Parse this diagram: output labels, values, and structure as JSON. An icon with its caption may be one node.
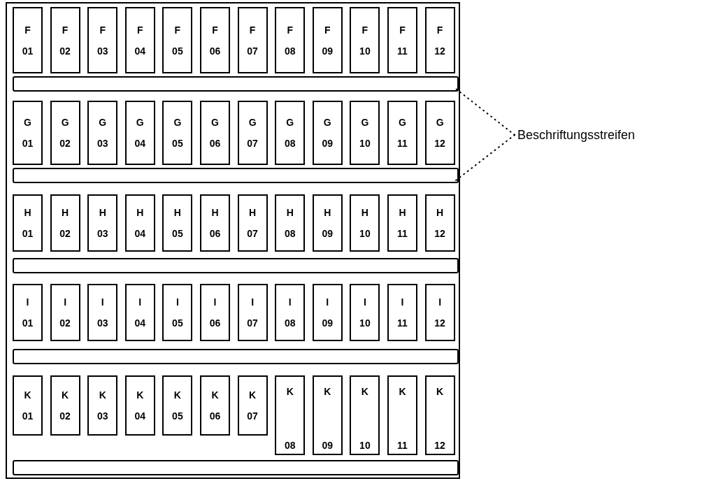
{
  "diagram": {
    "nodes": [
      {
        "text": [],
        "shape": "box"
      },
      {
        "text": [
          "F",
          "01"
        ],
        "in": 0
      },
      {
        "text": [
          "F",
          "02"
        ],
        "in": 0
      },
      {
        "text": [
          "F",
          "03"
        ],
        "in": 0
      },
      {
        "text": [
          "F",
          "04"
        ],
        "in": 0
      },
      {
        "text": [
          "F",
          "05"
        ],
        "in": 0
      },
      {
        "text": [
          "F",
          "06"
        ],
        "in": 0
      },
      {
        "text": [
          "F",
          "07"
        ],
        "in": 0
      },
      {
        "text": [
          "F",
          "08"
        ],
        "in": 0
      },
      {
        "text": [
          "F",
          "09"
        ],
        "in": 0
      },
      {
        "text": [
          "F",
          "10"
        ],
        "in": 0
      },
      {
        "text": [
          "F",
          "11"
        ],
        "in": 0
      },
      {
        "text": [
          "F",
          "12"
        ],
        "in": 0
      },
      {
        "text": [],
        "shape": "bar",
        "in": 0
      },
      {
        "text": [
          "G",
          "01"
        ],
        "in": 0
      },
      {
        "text": [
          "G",
          "02"
        ],
        "in": 0
      },
      {
        "text": [
          "G",
          "03"
        ],
        "in": 0
      },
      {
        "text": [
          "G",
          "04"
        ],
        "in": 0
      },
      {
        "text": [
          "G",
          "05"
        ],
        "in": 0
      },
      {
        "text": [
          "G",
          "06"
        ],
        "in": 0
      },
      {
        "text": [
          "G",
          "07"
        ],
        "in": 0
      },
      {
        "text": [
          "G",
          "08"
        ],
        "in": 0
      },
      {
        "text": [
          "G",
          "09"
        ],
        "in": 0
      },
      {
        "text": [
          "G",
          "10"
        ],
        "in": 0
      },
      {
        "text": [
          "G",
          "11"
        ],
        "in": 0
      },
      {
        "text": [
          "G",
          "12"
        ],
        "in": 0
      },
      {
        "text": [],
        "shape": "bar",
        "in": 0
      },
      {
        "text": [
          "H",
          "01"
        ],
        "in": 0
      },
      {
        "text": [
          "H",
          "02"
        ],
        "in": 0
      },
      {
        "text": [
          "H",
          "03"
        ],
        "in": 0
      },
      {
        "text": [
          "H",
          "04"
        ],
        "in": 0
      },
      {
        "text": [
          "H",
          "05"
        ],
        "in": 0
      },
      {
        "text": [
          "H",
          "06"
        ],
        "in": 0
      },
      {
        "text": [
          "H",
          "07"
        ],
        "in": 0
      },
      {
        "text": [
          "H",
          "08"
        ],
        "in": 0
      },
      {
        "text": [
          "H",
          "09"
        ],
        "in": 0
      },
      {
        "text": [
          "H",
          "10"
        ],
        "in": 0
      },
      {
        "text": [
          "H",
          "11"
        ],
        "in": 0
      },
      {
        "text": [
          "H",
          "12"
        ],
        "in": 0
      },
      {
        "text": [],
        "shape": "bar",
        "in": 0
      },
      {
        "text": [
          "I",
          "01"
        ],
        "in": 0
      },
      {
        "text": [
          "I",
          "02"
        ],
        "in": 0
      },
      {
        "text": [
          "I",
          "03"
        ],
        "in": 0
      },
      {
        "text": [
          "I",
          "04"
        ],
        "in": 0
      },
      {
        "text": [
          "I",
          "05"
        ],
        "in": 0
      },
      {
        "text": [
          "I",
          "06"
        ],
        "in": 0
      },
      {
        "text": [
          "I",
          "07"
        ],
        "in": 0
      },
      {
        "text": [
          "I",
          "08"
        ],
        "in": 0
      },
      {
        "text": [
          "I",
          "09"
        ],
        "in": 0
      },
      {
        "text": [
          "I",
          "10"
        ],
        "in": 0
      },
      {
        "text": [
          "I",
          "11"
        ],
        "in": 0
      },
      {
        "text": [
          "I",
          "12"
        ],
        "in": 0
      },
      {
        "text": [],
        "shape": "bar",
        "in": 0
      },
      {
        "text": [
          "K",
          "01"
        ],
        "in": 0
      },
      {
        "text": [
          "K",
          "02"
        ],
        "in": 0
      },
      {
        "text": [
          "K",
          "03"
        ],
        "in": 0
      },
      {
        "text": [
          "K",
          "04"
        ],
        "in": 0
      },
      {
        "text": [
          "K",
          "05"
        ],
        "in": 0
      },
      {
        "text": [
          "K",
          "06"
        ],
        "in": 0
      },
      {
        "text": [
          "K",
          "07"
        ],
        "in": 0
      },
      {
        "text": [
          "K",
          "08"
        ],
        "in": 0
      },
      {
        "text": [
          "K",
          "09"
        ],
        "in": 0
      },
      {
        "text": [
          "K",
          "10"
        ],
        "in": 0
      },
      {
        "text": [
          "K",
          "11"
        ],
        "in": 0
      },
      {
        "text": [
          "K",
          "12"
        ],
        "in": 0
      },
      {
        "text": [],
        "shape": "bar",
        "in": 0
      },
      {
        "text": [
          "Beschriftungsstreifen"
        ]
      }
    ],
    "edges": [
      {
        "from": 66,
        "to": 13,
        "arrow": "none",
        "style": "dashed"
      },
      {
        "from": 66,
        "to": 26,
        "arrow": "none",
        "style": "dashed"
      }
    ]
  }
}
